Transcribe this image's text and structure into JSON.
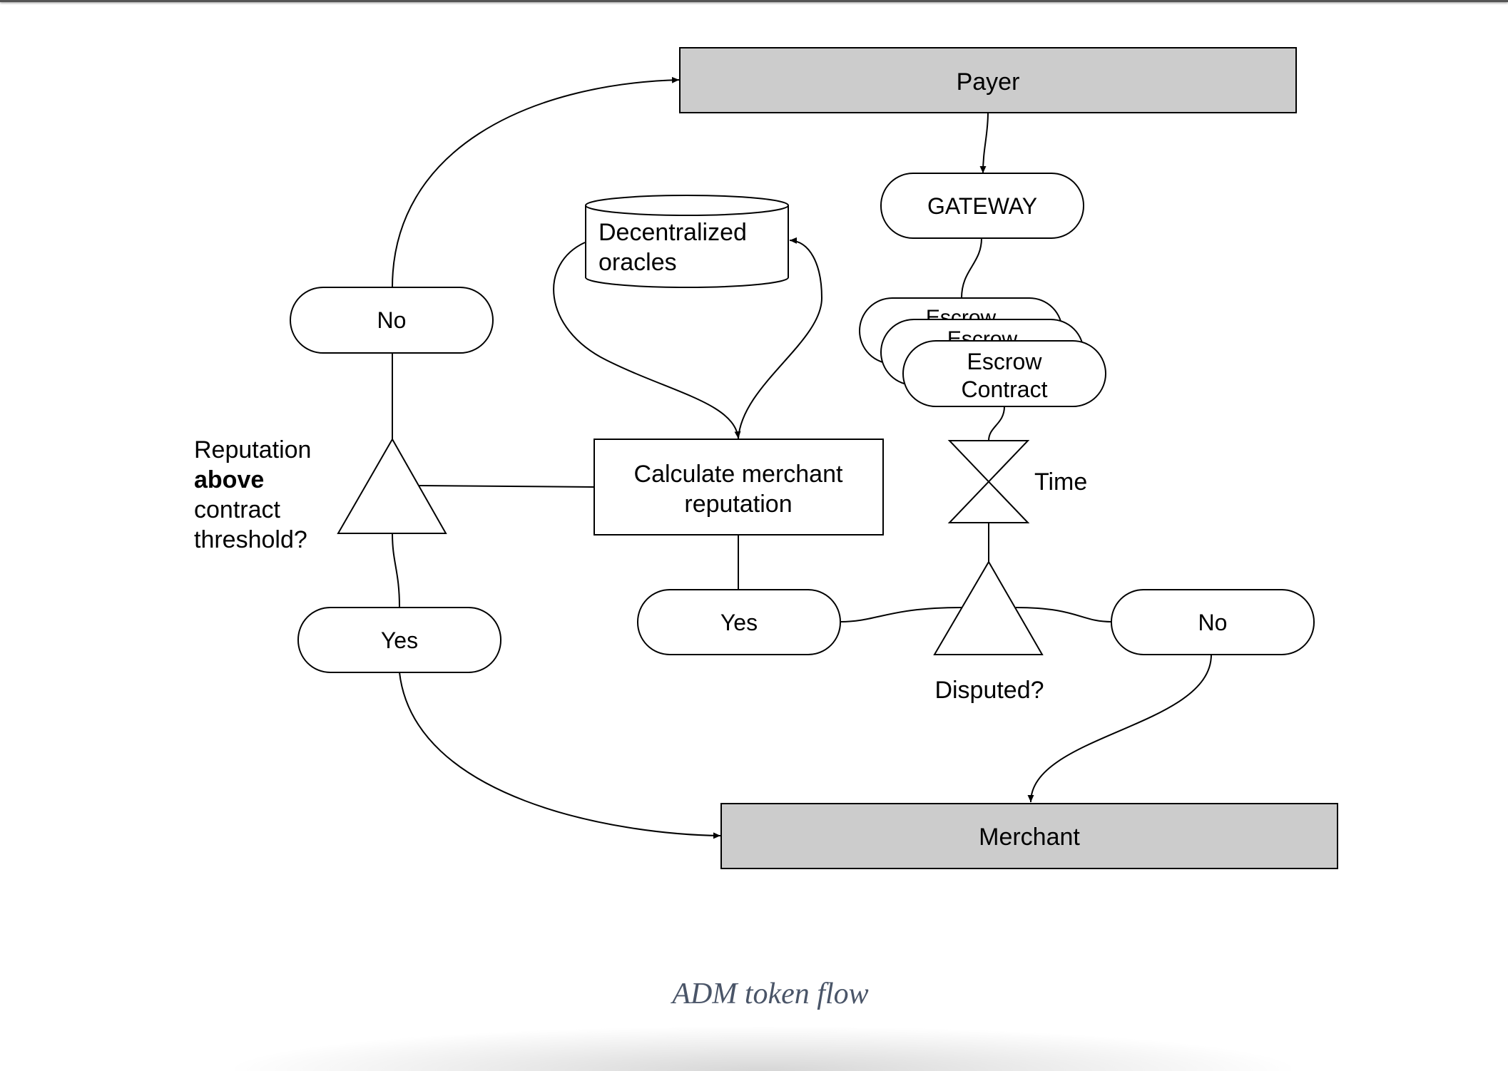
{
  "diagram": {
    "payer": "Payer",
    "gateway": "GATEWAY",
    "oracles_line1": "Decentralized",
    "oracles_line2": "oracles",
    "escrow_back1": "Escrow",
    "escrow_back2": "Escrow",
    "escrow_front_line1": "Escrow",
    "escrow_front_line2": "Contract",
    "no_left": "No",
    "reputation_line1": "Reputation",
    "reputation_line2": "above",
    "reputation_line3": "contract",
    "reputation_line4": "threshold?",
    "calc_line1": "Calculate merchant",
    "calc_line2": "reputation",
    "time": "Time",
    "yes_left": "Yes",
    "yes_mid": "Yes",
    "no_right": "No",
    "disputed": "Disputed?",
    "merchant": "Merchant"
  },
  "caption": "ADM token flow",
  "colors": {
    "actor_fill": "#cccccc",
    "stroke": "#000000",
    "caption": "#4a5568"
  }
}
